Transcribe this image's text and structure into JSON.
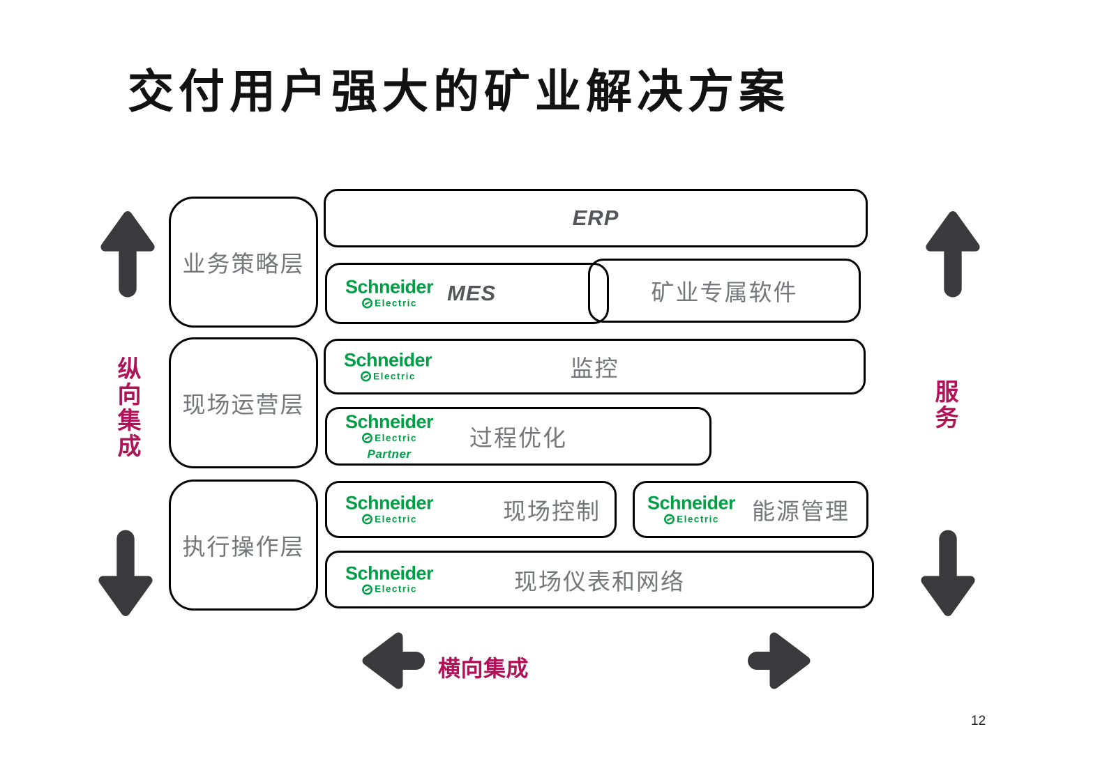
{
  "title": "交付用户强大的矿业解决方案",
  "page_number": "12",
  "colors": {
    "accent": "#AF1257",
    "arrow_dark": "#3A3A3C",
    "brand_green": "#009E45",
    "text_gray": "#76777A",
    "en_gray": "#55565A"
  },
  "labels": {
    "vertical_integration": "纵向集成",
    "service": "服务",
    "horizontal_integration": "横向集成"
  },
  "layers": [
    {
      "label": "业务策略层"
    },
    {
      "label": "现场运营层"
    },
    {
      "label": "执行操作层"
    }
  ],
  "logo": {
    "name": "Schneider",
    "sub": "Electric",
    "partner": "Partner"
  },
  "boxes": {
    "erp": "ERP",
    "mes": "MES",
    "mining_software": "矿业专属软件",
    "monitoring": "监控",
    "process_optimization": "过程优化",
    "field_control": "现场控制",
    "energy_management": "能源管理",
    "field_instruments_network": "现场仪表和网络"
  }
}
